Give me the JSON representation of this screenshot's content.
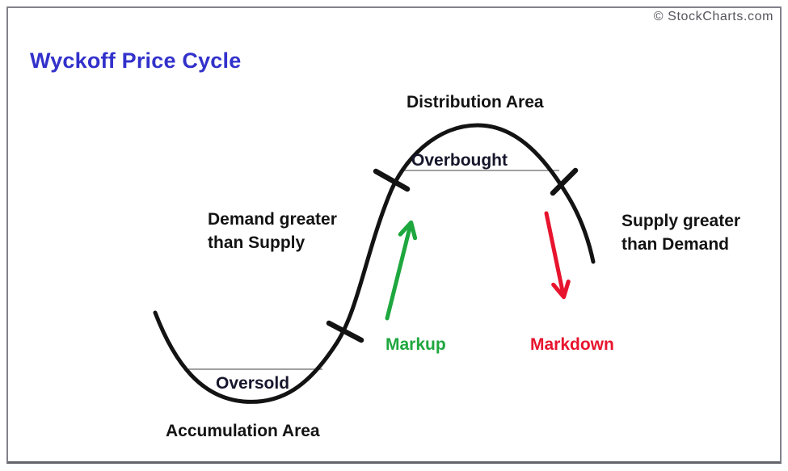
{
  "window": {
    "watermark": "© StockCharts.com"
  },
  "title": "Wyckoff Price Cycle",
  "labels": {
    "distribution_area": "Distribution Area",
    "overbought": "Overbought",
    "demand_vs_supply": "Demand greater\nthan Supply",
    "supply_vs_demand": "Supply greater\nthan Demand",
    "markup": "Markup",
    "markdown": "Markdown",
    "oversold": "Oversold",
    "accumulation_area": "Accumulation Area"
  },
  "colors": {
    "title_blue": "#3231cb",
    "markup_green": "#1ea73e",
    "markdown_red": "#e8142e",
    "curve_black": "#131313",
    "range_line_gray": "#828282"
  }
}
